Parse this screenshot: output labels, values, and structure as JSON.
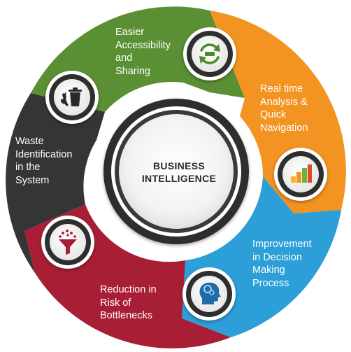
{
  "center": {
    "line1": "BUSINESS",
    "line2": "INTELLIGENCE"
  },
  "segments": [
    {
      "id": "green",
      "color": "#5a8f34",
      "lines": [
        "Easier",
        "Accessibility",
        "and",
        "Sharing"
      ],
      "icon": "sync-arrows-icon"
    },
    {
      "id": "orange",
      "color": "#f39321",
      "lines": [
        "Real time",
        "Analysis &",
        "Quick",
        "Navigation"
      ],
      "icon": "bar-chart-icon"
    },
    {
      "id": "blue",
      "color": "#2c9ed8",
      "lines": [
        "Improvement",
        "in Decision",
        "Making",
        "Process"
      ],
      "icon": "brain-head-icon"
    },
    {
      "id": "red",
      "color": "#a81e34",
      "lines": [
        "Reduction in",
        "Risk of",
        "Bottlenecks"
      ],
      "icon": "funnel-icon"
    },
    {
      "id": "dark",
      "color": "#353535",
      "lines": [
        "Waste",
        "Identification",
        "in the",
        "System"
      ],
      "icon": "recycle-bin-icon"
    }
  ]
}
